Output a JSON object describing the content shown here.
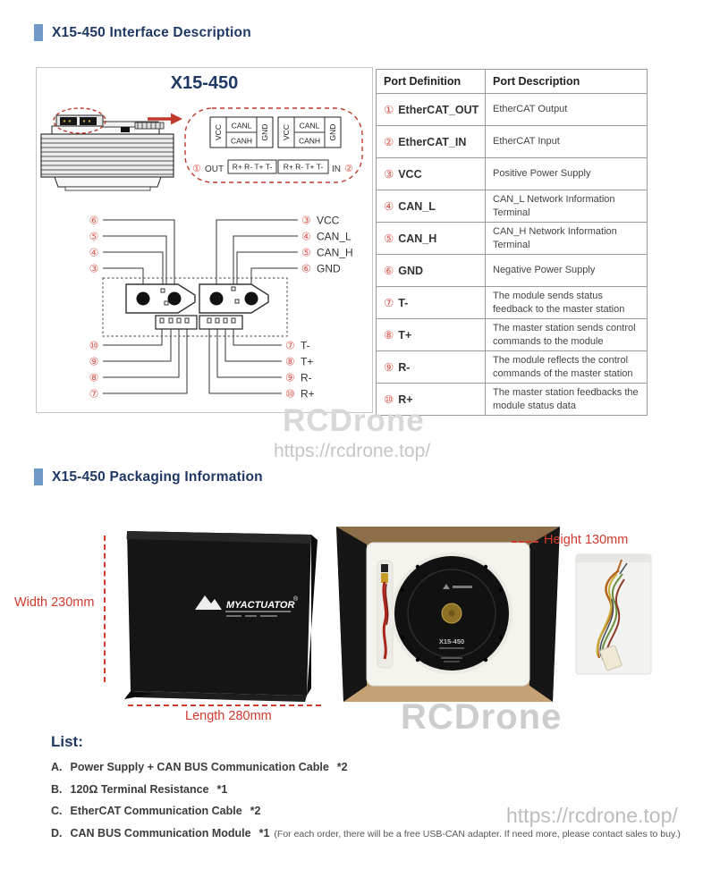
{
  "sections": {
    "interface_title": "X15-450 Interface Description",
    "packaging_title": "X15-450 Packaging Information"
  },
  "diagram": {
    "title": "X15-450",
    "connector": {
      "vcc": "VCC",
      "canl": "CANL",
      "canh": "CANH",
      "gnd": "GND",
      "out_num": "①",
      "out_label": "OUT",
      "in_label": "IN",
      "in_num": "②",
      "pin_row": "R+ R- T+ T-"
    },
    "wiring": {
      "top_left": [
        "⑥",
        "⑤",
        "④",
        "③"
      ],
      "top_right": [
        {
          "num": "③",
          "name": "VCC"
        },
        {
          "num": "④",
          "name": "CAN_L"
        },
        {
          "num": "⑤",
          "name": "CAN_H"
        },
        {
          "num": "⑥",
          "name": "GND"
        }
      ],
      "bottom_left": [
        "⑩",
        "⑨",
        "⑧",
        "⑦"
      ],
      "bottom_right": [
        {
          "num": "⑦",
          "name": "T-"
        },
        {
          "num": "⑧",
          "name": "T+"
        },
        {
          "num": "⑨",
          "name": "R-"
        },
        {
          "num": "⑩",
          "name": "R+"
        }
      ]
    }
  },
  "port_table": {
    "headers": [
      "Port Definition",
      "Port Description"
    ],
    "rows": [
      {
        "num": "①",
        "name": "EtherCAT_OUT",
        "desc": "EtherCAT Output"
      },
      {
        "num": "②",
        "name": "EtherCAT_IN",
        "desc": "EtherCAT Input"
      },
      {
        "num": "③",
        "name": "VCC",
        "desc": "Positive Power Supply"
      },
      {
        "num": "④",
        "name": "CAN_L",
        "desc": "CAN_L Network Information Terminal"
      },
      {
        "num": "⑤",
        "name": "CAN_H",
        "desc": "CAN_H Network Information Terminal"
      },
      {
        "num": "⑥",
        "name": "GND",
        "desc": "Negative Power Supply"
      },
      {
        "num": "⑦",
        "name": "T-",
        "desc": "The module sends status feedback to the master station"
      },
      {
        "num": "⑧",
        "name": "T+",
        "desc": "The master station sends control commands to the module"
      },
      {
        "num": "⑨",
        "name": "R-",
        "desc": "The module reflects the control commands of the master station"
      },
      {
        "num": "⑩",
        "name": "R+",
        "desc": "The master station feedbacks the module status data"
      }
    ]
  },
  "packaging": {
    "width_label": "Width 230mm",
    "length_label": "Length 280mm",
    "height_label": "Height 130mm",
    "box_logo": "MYACTUATOR",
    "box_logo_reg": "®",
    "motor_label": "X15-450"
  },
  "list": {
    "heading": "List:",
    "items": [
      {
        "prefix": "A.",
        "text": "Power Supply + CAN BUS Communication Cable",
        "qty": "*2",
        "note": ""
      },
      {
        "prefix": "B.",
        "text": "120Ω Terminal Resistance",
        "qty": "*1",
        "note": ""
      },
      {
        "prefix": "C.",
        "text": "EtherCAT Communication Cable",
        "qty": "*2",
        "note": ""
      },
      {
        "prefix": "D.",
        "text": "CAN BUS Communication Module",
        "qty": "*1",
        "note": "(For each order, there will be a free USB-CAN adapter. If need more, please contact sales to buy.)"
      }
    ]
  },
  "watermarks": {
    "brand": "RCDrone",
    "url": "https://rcdrone.top/"
  },
  "colors": {
    "accent_navy": "#1f3864",
    "accent_bar": "#6f9ac8",
    "annotation_red": "#cf3a2d",
    "circled_red": "#d9564c"
  }
}
